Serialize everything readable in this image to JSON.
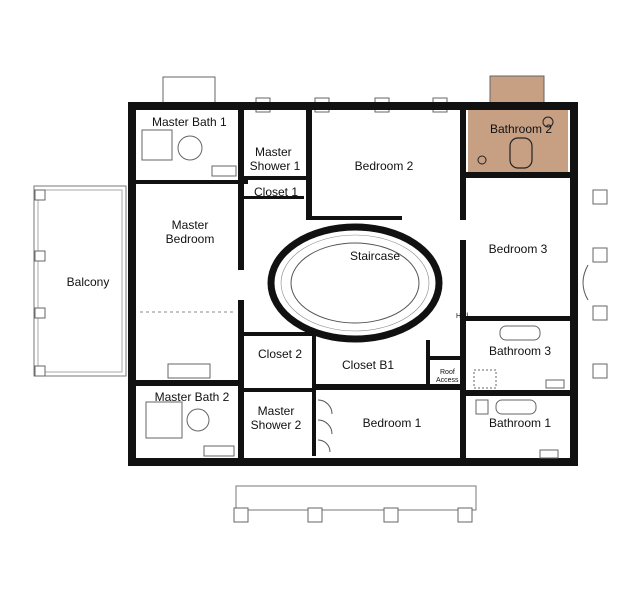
{
  "plan": {
    "highlight_color": "#c79f83",
    "wall_color": "#111111",
    "rooms": {
      "master_bath_1": "Master Bath 1",
      "master_shower_1": "Master Shower 1",
      "bedroom_2": "Bedroom 2",
      "bathroom_2": "Bathroom 2",
      "closet_1": "Closet 1",
      "master_bedroom": "Master Bedroom",
      "staircase": "Staircase",
      "bedroom_3": "Bedroom 3",
      "balcony": "Balcony",
      "closet_2": "Closet 2",
      "closet_b1": "Closet B1",
      "bathroom_3": "Bathroom 3",
      "master_bath_2": "Master Bath 2",
      "master_shower_2": "Master Shower 2",
      "bedroom_1": "Bedroom 1",
      "bathroom_1": "Bathroom 1",
      "hall": "Hall",
      "roof_access": "Roof Access"
    }
  }
}
